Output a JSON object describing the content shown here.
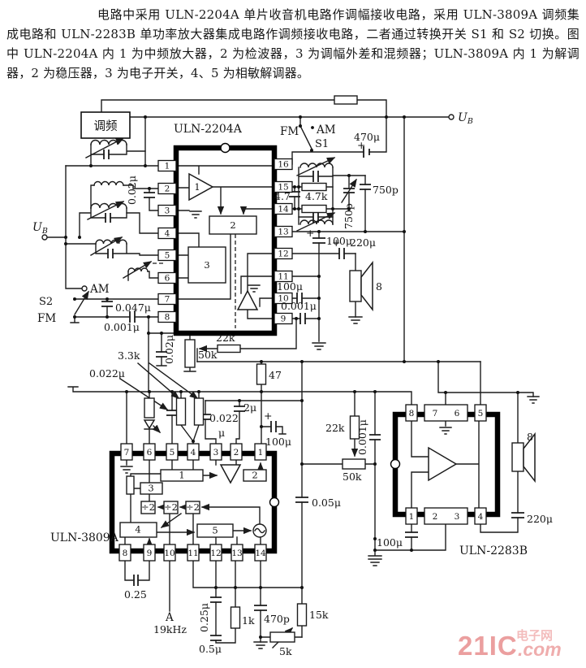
{
  "header": {
    "text": "电路中采用 ULN-2204A 单片收音机电路作调幅接收电路，采用 ULN-3809A 调频集成电路和 ULN-2283B 单功率放大器集成电路作调频接收电路，二者通过转换开关 S1 和 S2 切换。图中 ULN-2204A 内 1 为中频放大器，2 为检波器，3 为调幅外差和混频器；ULN-3809A 内 1 为解调器，2 为稳压器，3 为电子开关，4、5 为相敏解调器。"
  },
  "schematic": {
    "fm_tuner_label": "调频",
    "supply": {
      "u": "U",
      "sub": "B"
    },
    "switch1": {
      "fm": "FM",
      "am": "AM",
      "name": "S1"
    },
    "switch2": {
      "fm": "FM",
      "am": "AM",
      "name": "S2"
    },
    "terminal_a": {
      "name": "A",
      "freq": "19kHz"
    },
    "ics": {
      "uln2204a": {
        "title": "ULN-2204A",
        "left_pins": [
          "1",
          "2",
          "3",
          "4",
          "5",
          "6",
          "7",
          "8"
        ],
        "right_pins": [
          "16",
          "15",
          "14",
          "13",
          "12",
          "11",
          "10",
          "9"
        ],
        "blocks": {
          "amp": "1",
          "det": "2",
          "mix": "3"
        }
      },
      "uln3809a": {
        "title": "ULN-3809A",
        "top_pins": [
          "7",
          "6",
          "5",
          "4",
          "3",
          "2",
          "1"
        ],
        "bottom_pins": [
          "8",
          "9",
          "10",
          "11",
          "12",
          "13",
          "14"
        ],
        "blocks": {
          "b1": "1",
          "b2": "2",
          "b3": "3",
          "b4": "4",
          "b5": "5"
        },
        "divider": "÷2"
      },
      "uln2283b": {
        "title": "ULN-2283B",
        "top_pins": [
          "8",
          "7",
          "6",
          "5"
        ],
        "bottom_pins": [
          "1",
          "2",
          "3",
          "4"
        ]
      }
    },
    "values": {
      "plus": "+",
      "c470u": "470μ",
      "c002u": "0.02μ",
      "r4_7": "4.7",
      "r4_7k": "4.7k",
      "c750p": "750p",
      "c100u": "100μ",
      "c220u": "220μ",
      "spk_ohm": "8",
      "c0047u": "0.047μ",
      "c0001u": "0.001μ",
      "r22k": "22k",
      "r50k": "50k",
      "r47": "47",
      "r3_3k": "3.3k",
      "c0022u": "0.022μ",
      "c0022": "0.022",
      "mu": "μ",
      "c2u": "2μ",
      "c005u": "0.05μ",
      "c025": "0.25",
      "c025u": "0.25μ",
      "r1k": "1k",
      "c05u": "0.5μ",
      "c470p": "470p",
      "r15k": "15k",
      "r5k": "5k"
    }
  },
  "watermark": {
    "brand": "21IC",
    "dot_com": ".com",
    "site": "电子网",
    "brand_color": "#eb9f9f",
    "light_color": "#f3bcbc"
  }
}
